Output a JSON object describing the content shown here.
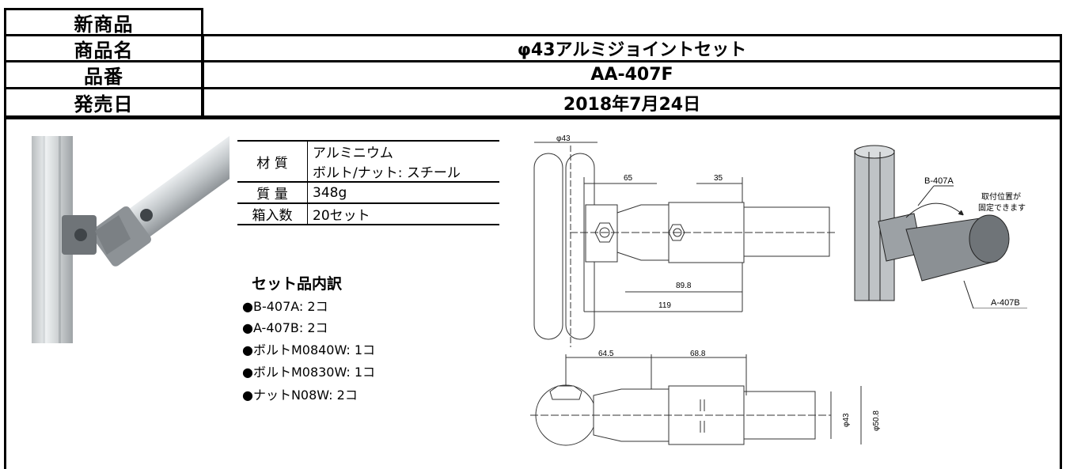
{
  "header": {
    "new_product": "新商品",
    "rows": [
      {
        "label": "商品名",
        "value": "φ43アルミジョイントセット"
      },
      {
        "label": "品番",
        "value": "AA-407F"
      },
      {
        "label": "発売日",
        "value": "2018年7月24日"
      }
    ]
  },
  "spec": {
    "material_label": "材 質",
    "material_1": "アルミニウム",
    "material_2": "ボルト/ナット: スチール",
    "weight_label": "質 量",
    "weight_value": "348g",
    "box_label": "箱入数",
    "box_value": "20セット"
  },
  "set_contents": {
    "title": "セット品内訳",
    "items": [
      "●B-407A: 2コ",
      "●A-407B: 2コ",
      "●ボルトM0840W: 1コ",
      "●ボルトM0830W: 1コ",
      "●ナットN08W: 2コ"
    ]
  },
  "drawing_top": {
    "dia": "φ43",
    "dim_65": "65",
    "dim_35": "35",
    "dim_89_8": "89.8",
    "dim_119": "119"
  },
  "drawing_bottom": {
    "dim_64_5": "64.5",
    "dim_68_8": "68.8",
    "dia_43": "φ43",
    "dia_50_8": "φ50.8"
  },
  "iso_drawing": {
    "label_b": "B-407A",
    "label_a": "A-407B",
    "note_1": "取付位置が",
    "note_2": "固定できます"
  }
}
